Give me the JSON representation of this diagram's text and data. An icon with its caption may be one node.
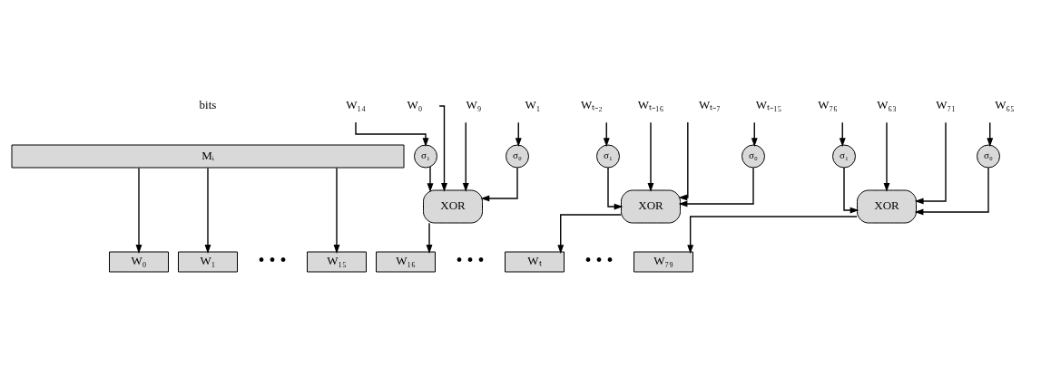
{
  "diagram": {
    "nodes": [
      {
        "text": [
          "Mᵢ"
        ]
      },
      {
        "text": [
          "W₀"
        ]
      },
      {
        "text": [
          "W₁"
        ]
      },
      {
        "text": [
          "W₉"
        ]
      },
      {
        "text": [
          "W₁₄"
        ]
      },
      {
        "text": [
          "σ₀"
        ]
      },
      {
        "text": [
          "σ₁"
        ]
      },
      {
        "text": [
          "XOR"
        ]
      },
      {
        "text": [
          "Wₜ₋₁₆"
        ]
      },
      {
        "text": [
          "Wₜ₋₁₅"
        ]
      },
      {
        "text": [
          "Wₜ₋₇"
        ]
      },
      {
        "text": [
          "Wₜ₋₂"
        ]
      },
      {
        "text": [
          "σ₀"
        ]
      },
      {
        "text": [
          "σ₁"
        ]
      },
      {
        "text": [
          "XOR"
        ]
      },
      {
        "text": [
          "W₆₃"
        ]
      },
      {
        "text": [
          "W₆₅"
        ]
      },
      {
        "text": [
          "W₇₁"
        ]
      },
      {
        "text": [
          "W₇₆"
        ]
      },
      {
        "text": [
          "σ₀"
        ]
      },
      {
        "text": [
          "σ₁"
        ]
      },
      {
        "text": [
          "XOR"
        ]
      },
      {
        "text": [
          "W₀"
        ]
      },
      {
        "text": [
          "W₁"
        ]
      },
      {
        "text": [
          "W₁₅"
        ]
      },
      {
        "text": [
          "W₁₆"
        ]
      },
      {
        "text": [
          "Wₜ"
        ]
      },
      {
        "text": [
          "W₇₉"
        ]
      }
    ],
    "edges": [
      {
        "from": 0,
        "to": 22,
        "arrow": "to"
      },
      {
        "from": 0,
        "to": 23,
        "arrow": "to"
      },
      {
        "from": 0,
        "to": 24,
        "arrow": "to"
      },
      {
        "from": 1,
        "to": 7,
        "arrow": "to"
      },
      {
        "from": 2,
        "to": 5,
        "arrow": "to"
      },
      {
        "from": 5,
        "to": 7,
        "arrow": "to"
      },
      {
        "from": 3,
        "to": 7,
        "arrow": "to"
      },
      {
        "from": 4,
        "to": 6,
        "arrow": "to"
      },
      {
        "from": 6,
        "to": 7,
        "arrow": "to"
      },
      {
        "from": 7,
        "to": 25,
        "arrow": "to"
      },
      {
        "from": 8,
        "to": 14,
        "arrow": "to"
      },
      {
        "from": 9,
        "to": 12,
        "arrow": "to"
      },
      {
        "from": 12,
        "to": 14,
        "arrow": "to"
      },
      {
        "from": 10,
        "to": 14,
        "arrow": "to"
      },
      {
        "from": 11,
        "to": 13,
        "arrow": "to"
      },
      {
        "from": 13,
        "to": 14,
        "arrow": "to"
      },
      {
        "from": 14,
        "to": 26,
        "arrow": "to"
      },
      {
        "from": 15,
        "to": 21,
        "arrow": "to"
      },
      {
        "from": 16,
        "to": 19,
        "arrow": "to"
      },
      {
        "from": 19,
        "to": 21,
        "arrow": "to"
      },
      {
        "from": 17,
        "to": 21,
        "arrow": "to"
      },
      {
        "from": 18,
        "to": 20,
        "arrow": "to"
      },
      {
        "from": 20,
        "to": 21,
        "arrow": "to"
      },
      {
        "from": 21,
        "to": 27,
        "arrow": "to"
      }
    ],
    "labels": [
      "bits",
      "• • •",
      "• • •",
      "• • •"
    ]
  }
}
